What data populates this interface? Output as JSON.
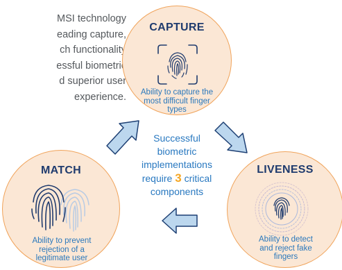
{
  "intro_lines": [
    "MSI technology",
    "eading capture,",
    "ch functionality",
    "essful biometric",
    "d superior user",
    "experience."
  ],
  "capture": {
    "title": "CAPTURE",
    "description": "Ability to capture the most difficult finger types"
  },
  "match": {
    "title": "MATCH",
    "description": "Ability to prevent rejection of a legitimate user"
  },
  "liveness": {
    "title": "LIVENESS",
    "description": "Ability to detect and reject fake fingers"
  },
  "center": {
    "line1": "Successful",
    "line2": "biometric",
    "line3": "implementations",
    "line4_prefix": "require",
    "line4_number": "3",
    "line4_suffix": "critical",
    "line5": "components"
  },
  "icons": [
    "fingerprint-scan-icon",
    "fingerprint-icon",
    "fingerprint-waves-icon"
  ],
  "colors": {
    "circle_fill": "#fbe7d5",
    "circle_border": "#f0a35a",
    "title": "#1f3b6e",
    "text_blue": "#2a78bc",
    "highlight": "#f5a623",
    "arrow_fill": "#bcd7ee",
    "arrow_stroke": "#1d3f73"
  }
}
